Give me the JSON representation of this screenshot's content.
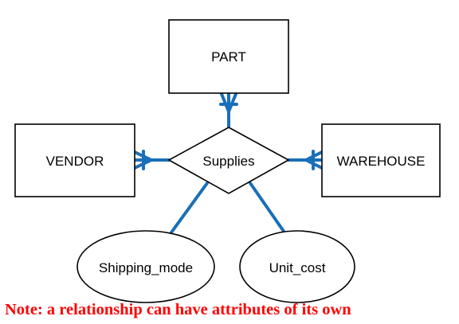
{
  "colors": {
    "outline": "#000000",
    "connector": "#1a6fb8",
    "note": "#ff0000",
    "background": "#ffffff"
  },
  "entities": {
    "part": "PART",
    "vendor": "VENDOR",
    "warehouse": "WAREHOUSE"
  },
  "relationship": {
    "label": "Supplies"
  },
  "attributes": {
    "shipping_mode": "Shipping_mode",
    "unit_cost": "Unit_cost"
  },
  "note": "Note: a relationship can have attributes of its own"
}
